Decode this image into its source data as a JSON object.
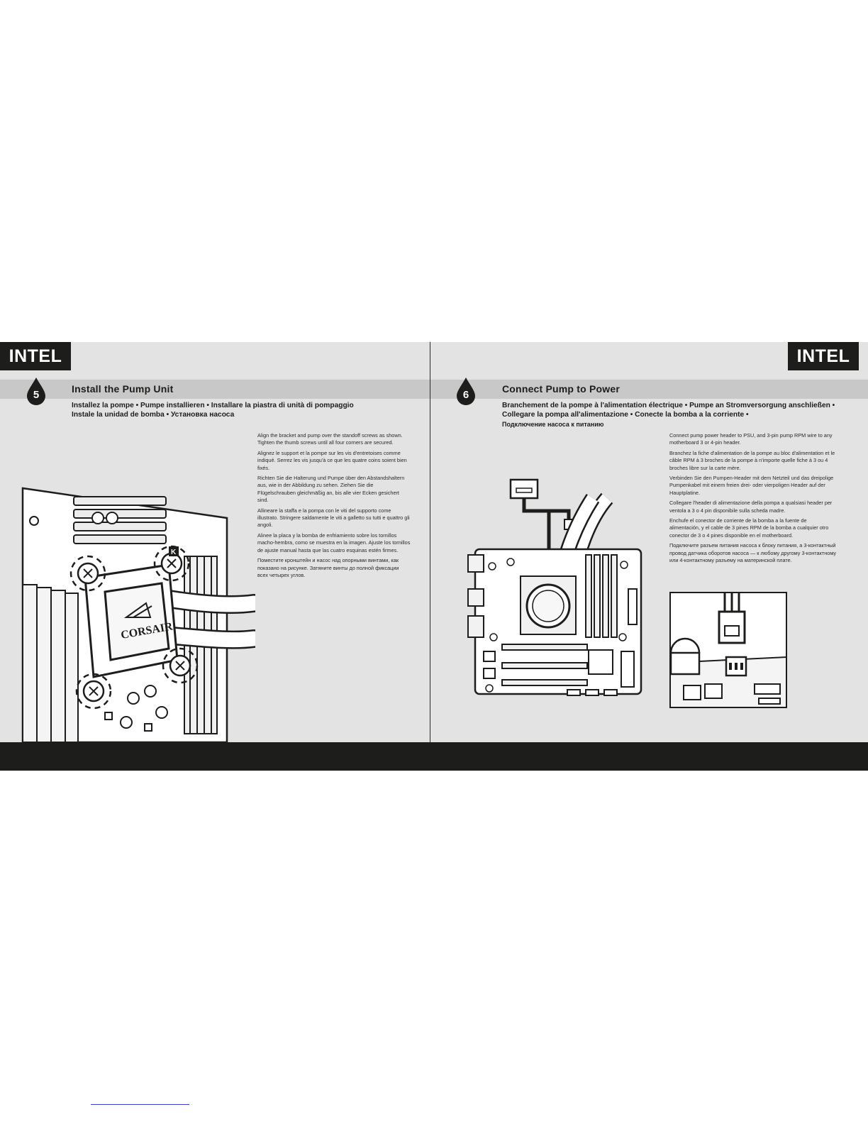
{
  "left_page": {
    "brand_tag": "INTEL",
    "step_number": "5",
    "title": "Install the Pump Unit",
    "subtitle_line1": "Installez la pompe • Pumpe installieren • Installare la piastra di unità di pompaggio",
    "subtitle_line2": "Instale la unidad de bomba • Установка насоса",
    "instructions": [
      "Align the bracket and pump over the standoff screws as shown. Tighten the thumb screws until all four corners are secured.",
      "Alignez le support et la pompe sur les vis d'entretoises comme indiqué. Serrez les vis jusqu'à ce que les quatre coins soient bien fixés.",
      "Richten Sie die Halterung und Pumpe über den Abstandshaltern aus, wie in der Abbildung zu sehen. Ziehen Sie die Flügelschrauben gleichmäßig an, bis alle vier Ecken gesichert sind.",
      "Allineare la staffa e la pompa con le viti del supporto come illustrato. Stringere saldamente le viti a galletto su tutti e quattro gli angoli.",
      "Alinee la placa y la bomba de enfriamiento sobre los tornillos macho-hembra, como se muestra en la imagen. Ajuste los tornillos de ajuste manual hasta que las cuatro esquinas estén firmes.",
      "Поместите кронштейн и насос над опорными винтами, как показано на рисунке. Затяните винты до полной фиксации всех четырех углов."
    ],
    "illustration": {
      "logo_text": "CORSAIR",
      "callout_label": "K"
    }
  },
  "right_page": {
    "brand_tag": "INTEL",
    "step_number": "6",
    "title": "Connect Pump to Power",
    "subtitle_line1": "Branchement de la pompe à l'alimentation électrique • Pumpe an Stromversorgung anschließen •",
    "subtitle_line2": "Collegare la pompa all'alimentazione  • Conecte la bomba a la corriente •",
    "subtitle_line3": "Подключение насоса к питанию",
    "instructions": [
      "Connect pump power header to PSU, and 3-pin pump RPM wire to any motherboard 3 or 4-pin header.",
      "Branchez la fiche d'alimentation de la pompe au bloc d'alimentation et le câble RPM à 3 broches de la pompe à n'importe quelle fiche à 3 ou 4 broches libre sur la carte mère.",
      "Verbinden Sie den Pumpen-Header mit dem Netzteil und das dreipolige Pumpenkabel mit einem freien drei- oder vierpoligen Header auf der Hauptplatine.",
      "Collegare l'header di alimentazione della pompa a qualsiasi header per ventola a 3 o 4 pin disponibile sulla scheda madre.",
      "Enchufe el conector de corriente de la bomba a la fuente de alimentación, y el cable de 3 pines RPM de la bomba a cualquier otro conector de 3 o 4 pines disponible en el motherboard.",
      "Подключите разъем питания насоса к блоку питания, а 3-контактный провод датчика оборотов насоса — к любому другому 3-контактному или 4-контактному разъему на материнской плате."
    ]
  },
  "colors": {
    "page_background": "#e3e3e3",
    "step_band": "#c8c8c8",
    "dark": "#1d1d1b",
    "tag_text": "#ffffff"
  }
}
